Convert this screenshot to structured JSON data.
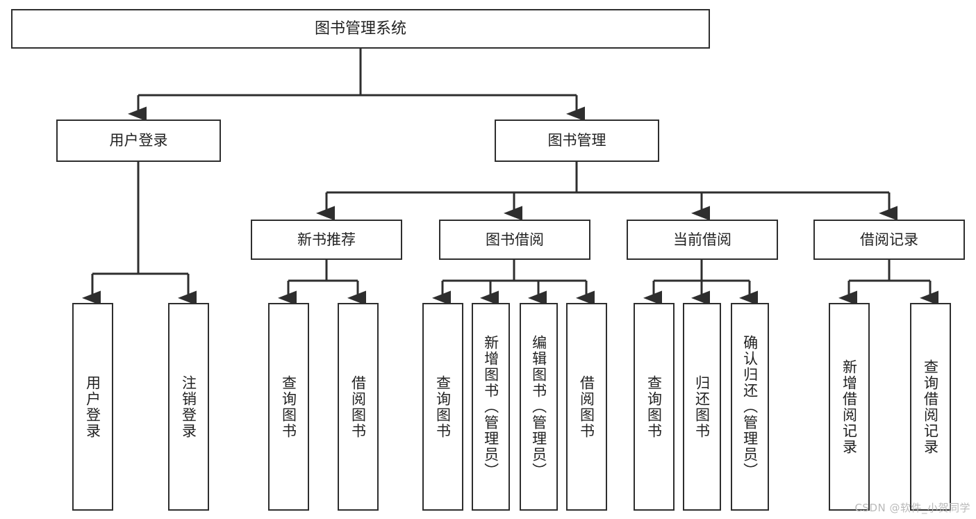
{
  "diagram": {
    "title": "图书管理系统",
    "type": "tree-hierarchy",
    "watermark": "CSDN @软件_小贺同学",
    "colors": {
      "background": "#ffffff",
      "box_border": "#2e2e2e",
      "connector": "#2e2e2e",
      "text": "#222222",
      "watermark": "#b9b9b9"
    },
    "root": {
      "label": "图书管理系统"
    },
    "level2": [
      {
        "label": "用户登录"
      },
      {
        "label": "图书管理"
      }
    ],
    "level3": [
      {
        "label": "新书推荐"
      },
      {
        "label": "图书借阅"
      },
      {
        "label": "当前借阅"
      },
      {
        "label": "借阅记录"
      }
    ],
    "leaves": {
      "user_login": [
        {
          "label": "用户登录"
        },
        {
          "label": "注销登录"
        }
      ],
      "new_book_recommend": [
        {
          "label": "查询图书"
        },
        {
          "label": "借阅图书"
        }
      ],
      "book_borrow": [
        {
          "label": "查询图书"
        },
        {
          "label": "新增图书（管理员）"
        },
        {
          "label": "编辑图书（管理员）"
        },
        {
          "label": "借阅图书"
        }
      ],
      "current_borrow": [
        {
          "label": "查询图书"
        },
        {
          "label": "归还图书"
        },
        {
          "label": "确认归还（管理员）"
        }
      ],
      "borrow_record": [
        {
          "label": "新增借阅记录"
        },
        {
          "label": "查询借阅记录"
        }
      ]
    }
  }
}
